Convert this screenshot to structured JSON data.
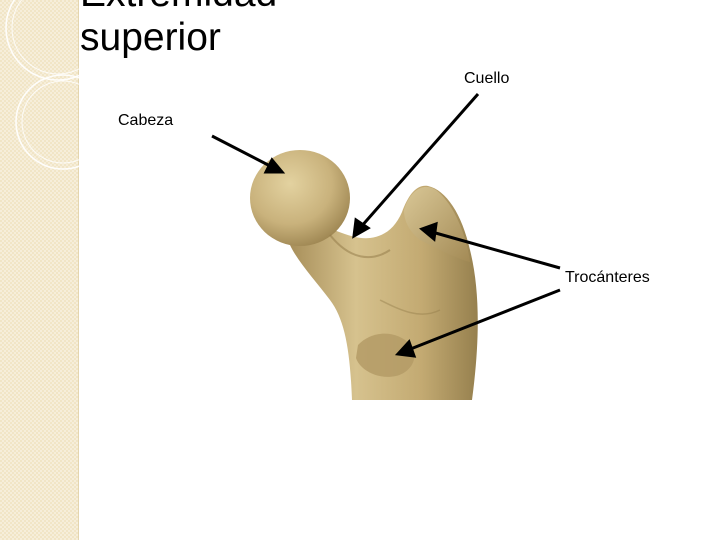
{
  "slide": {
    "title_line1": "Extremidad",
    "title_line2": "superior"
  },
  "labels": {
    "head": "Cabeza",
    "neck": "Cuello",
    "trochanters": "Trocánteres"
  },
  "colors": {
    "sidebar": "#f1e5c6",
    "bone": "#c9b27c",
    "arrow": "#000000"
  }
}
